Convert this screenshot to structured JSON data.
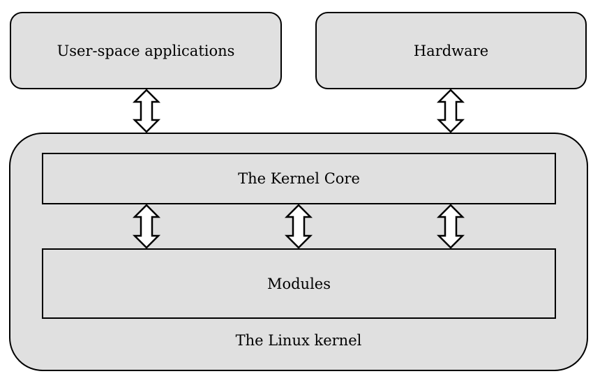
{
  "nodes": {
    "user_apps": "User-space applications",
    "hardware": "Hardware",
    "kernel_core": "The Kernel Core",
    "modules": "Modules",
    "linux_kernel": "The Linux kernel"
  },
  "edges": [
    {
      "from": "user_apps",
      "to": "linux_kernel",
      "direction": "bidirectional"
    },
    {
      "from": "hardware",
      "to": "linux_kernel",
      "direction": "bidirectional"
    },
    {
      "from": "kernel_core",
      "to": "modules",
      "direction": "bidirectional"
    },
    {
      "from": "kernel_core",
      "to": "modules",
      "direction": "bidirectional"
    },
    {
      "from": "kernel_core",
      "to": "modules",
      "direction": "bidirectional"
    }
  ],
  "colors": {
    "box_fill": "#e0e0e0",
    "outline": "#000000",
    "arrow_fill": "#ffffff"
  }
}
